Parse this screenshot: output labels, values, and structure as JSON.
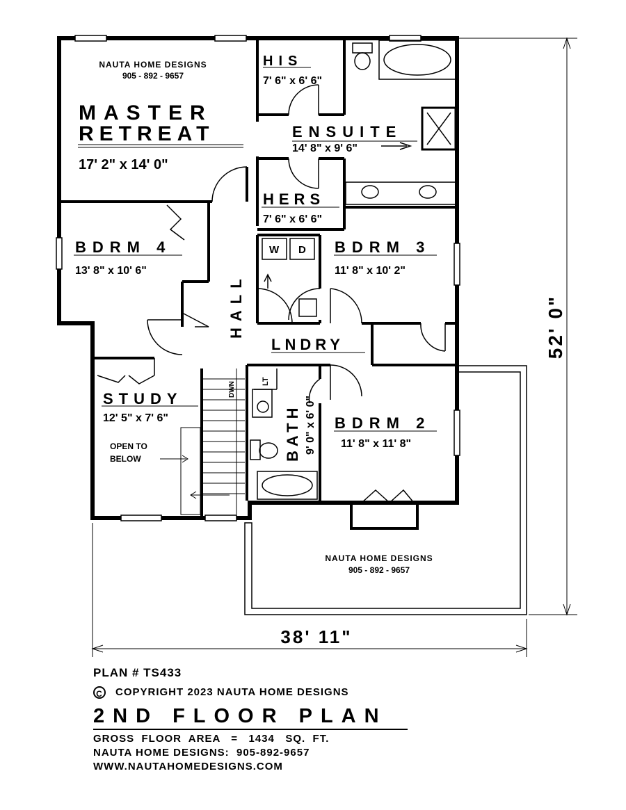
{
  "company": {
    "name": "NAUTA HOME DESIGNS",
    "phone_spaced": "905 - 892 - 9657"
  },
  "rooms": {
    "master_line1": "MASTER",
    "master_line2": "RETREAT",
    "master_dim": "17' 2\" x 14' 0\"",
    "his": "HIS",
    "his_dim": "7' 6\" x 6' 6\"",
    "ensuite": "ENSUITE",
    "ensuite_dim": "14' 8\" x 9' 6\"",
    "hers": "HERS",
    "hers_dim": "7' 6\" x 6' 6\"",
    "bdrm4": "BDRM 4",
    "bdrm4_dim": "13' 8\" x 10' 6\"",
    "bdrm3": "BDRM 3",
    "bdrm3_dim": "11' 8\" x 10' 2\"",
    "hall": "HALL",
    "lndry": "LNDRY",
    "study": "STUDY",
    "study_dim": "12' 5\" x 7' 6\"",
    "bath": "BATH",
    "bath_dim": "9' 0\" x 6' 0\"",
    "bdrm2": "BDRM 2",
    "bdrm2_dim": "11' 8\" x 11' 8\""
  },
  "fixtures": {
    "washer": "W",
    "dryer": "D",
    "linen": "LT",
    "stair_dir": "DWN",
    "open_line1": "OPEN TO",
    "open_line2": "BELOW"
  },
  "dimensions": {
    "overall_width": "38' 11\"",
    "overall_depth": "52' 0\""
  },
  "footer": {
    "plan_number": "PLAN # TS433",
    "copyright_symbol": "C",
    "copyright": "COPYRIGHT 2023 NAUTA HOME DESIGNS",
    "title": "2ND FLOOR PLAN",
    "gross_area": "GROSS  FLOOR  AREA   =   1434   SQ.  FT.",
    "phone_line": "NAUTA HOME DESIGNS:  905-892-9657",
    "website": "WWW.NAUTAHOMEDESIGNS.COM"
  }
}
